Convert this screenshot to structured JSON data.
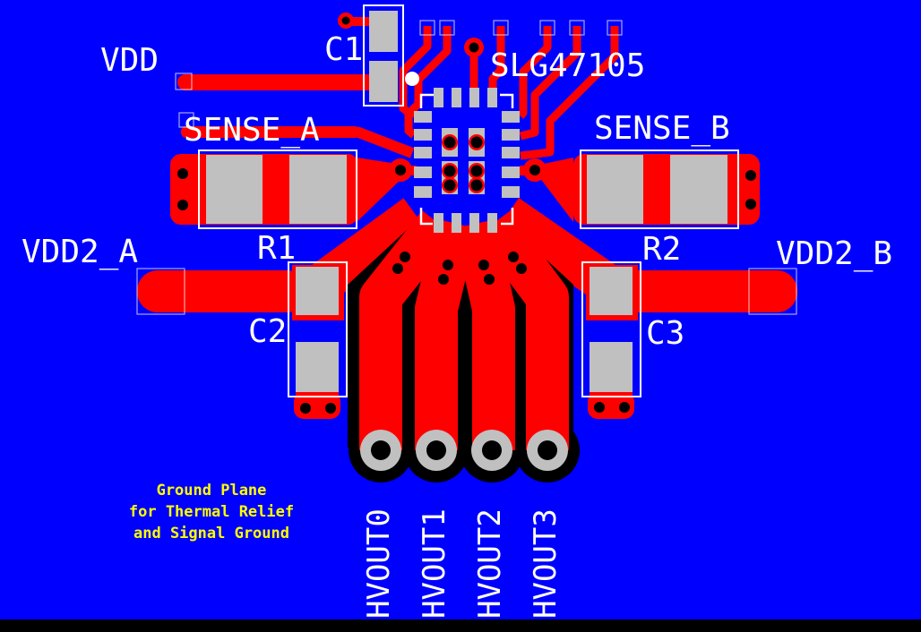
{
  "board": {
    "ic_label": "SLG47105",
    "labels": {
      "vdd": "VDD",
      "c1": "C1",
      "sense_a": "SENSE_A",
      "sense_b": "SENSE_B",
      "vdd2_a": "VDD2_A",
      "vdd2_b": "VDD2_B",
      "r1": "R1",
      "r2": "R2",
      "c2": "C2",
      "c3": "C3"
    },
    "hvout_pads": [
      "HVOUT0",
      "HVOUT1",
      "HVOUT2",
      "HVOUT3"
    ],
    "note_lines": [
      "Ground Plane",
      "for Thermal Relief",
      "and Signal Ground"
    ],
    "colors": {
      "solder_mask_blue": "#0000ff",
      "copper_red": "#ff0000",
      "pad_gray": "#c0c0c0",
      "silkscreen_white": "#ffffff",
      "drill_black": "#000000",
      "note_yellow": "#ffff00"
    }
  }
}
